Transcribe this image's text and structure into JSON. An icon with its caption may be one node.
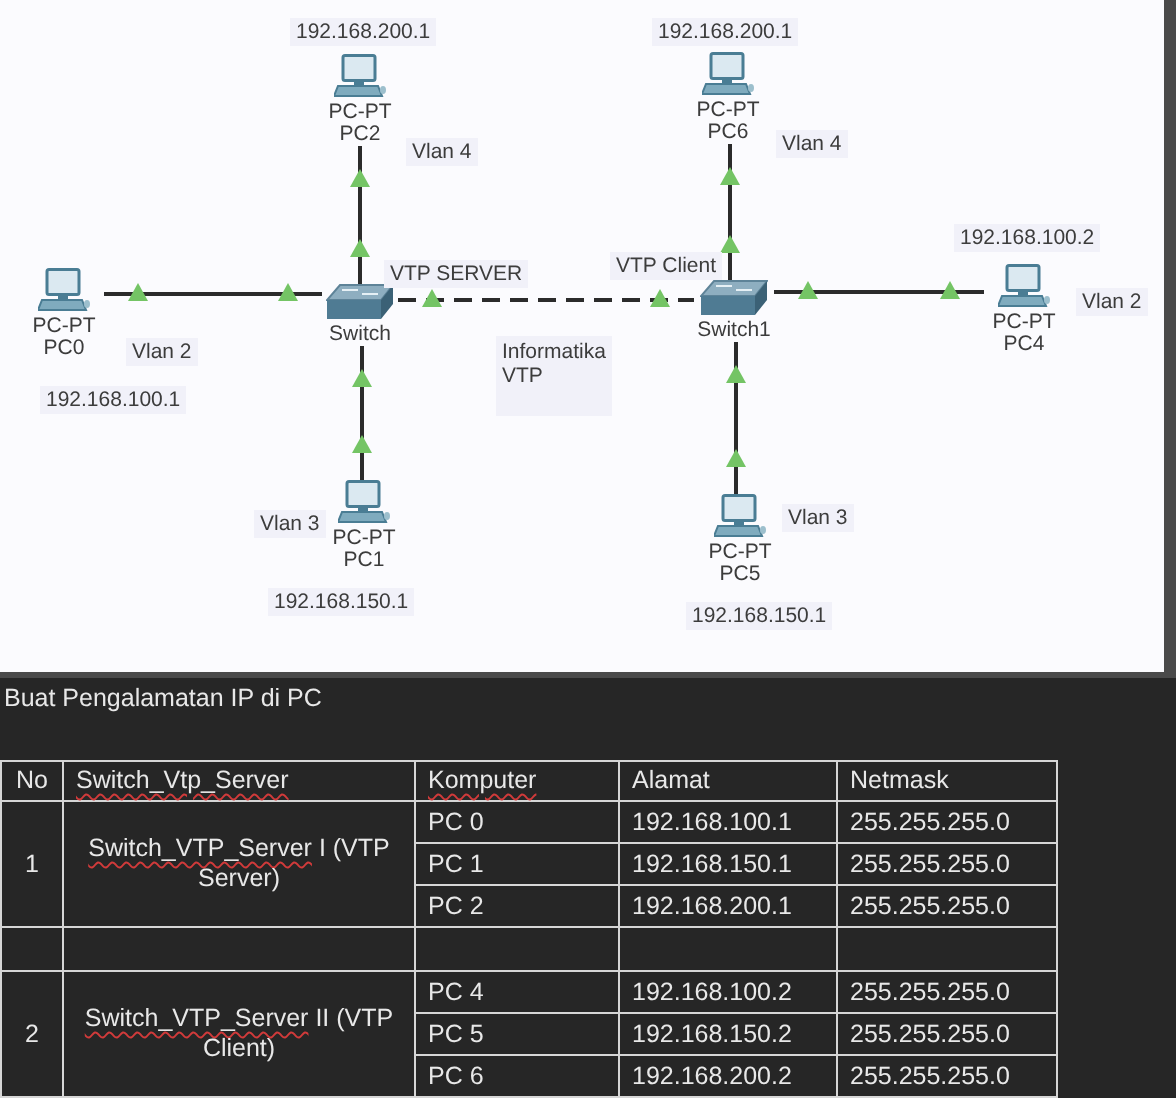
{
  "diagram": {
    "nodes": [
      {
        "text": [
          "PC-PT",
          "PC2"
        ],
        "beside": [
          "192.168.200.1",
          "Vlan 4"
        ]
      },
      {
        "text": [
          "PC-PT",
          "PC6"
        ],
        "beside": [
          "192.168.200.1",
          "Vlan 4"
        ]
      },
      {
        "text": [
          "PC-PT",
          "PC0"
        ],
        "beside": [
          "Vlan 2",
          "192.168.100.1"
        ]
      },
      {
        "text": [
          "Switch"
        ],
        "beside": [
          "VTP SERVER"
        ]
      },
      {
        "text": [
          "Switch1"
        ],
        "beside": [
          "VTP Client"
        ]
      },
      {
        "text": [
          "PC-PT",
          "PC4"
        ],
        "beside": [
          "192.168.100.2",
          "Vlan 2"
        ]
      },
      {
        "text": [
          "PC-PT",
          "PC1"
        ],
        "beside": [
          "Vlan 3",
          "192.168.150.1"
        ]
      },
      {
        "text": [
          "PC-PT",
          "PC5"
        ],
        "beside": [
          "Vlan 3",
          "192.168.150.1"
        ]
      }
    ],
    "edges": [
      {
        "from": 3,
        "to": 0,
        "arrow": "other"
      },
      {
        "from": 3,
        "to": 2,
        "arrow": "other"
      },
      {
        "from": 3,
        "to": 4,
        "arrow": "other",
        "style": "dashed"
      },
      {
        "from": 3,
        "to": 6,
        "arrow": "other"
      },
      {
        "from": 4,
        "to": 1,
        "arrow": "other"
      },
      {
        "from": 4,
        "to": 5,
        "arrow": "other"
      },
      {
        "from": 4,
        "to": 7,
        "arrow": "other"
      }
    ],
    "labels": [
      "Informatika VTP",
      "Buat Pengalamatan IP di PC",
      "No",
      "Switch_Vtp_Server",
      "Komputer",
      "Alamat",
      "Netmask",
      "1",
      "Switch_VTP_Server I (VTP Server)",
      "PC 0",
      "192.168.100.1",
      "255.255.255.0",
      "PC 1",
      "192.168.150.1",
      "255.255.255.0",
      "PC 2",
      "192.168.200.1",
      "255.255.255.0",
      "2",
      "Switch_VTP_Server II (VTP Client)",
      "PC 4",
      "192.168.100.2",
      "255.255.255.0",
      "PC 5",
      "192.168.150.2",
      "255.255.255.0",
      "PC 6",
      "192.168.200.2",
      "255.255.255.0"
    ]
  }
}
